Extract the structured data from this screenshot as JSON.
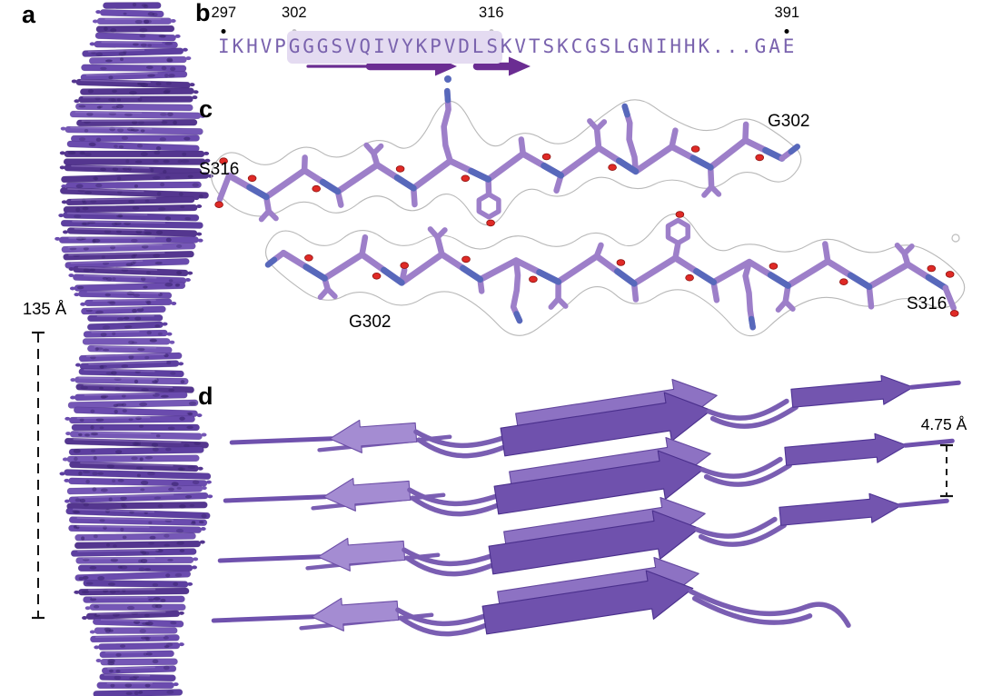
{
  "panels": {
    "a": {
      "label": "a",
      "measurement": "135 Å"
    },
    "b": {
      "label": "b",
      "sequence": {
        "pre": "IKHVP",
        "highlighted": "GGGSVQIVYKPVDLS",
        "post": "KVTSKCGSLGNIHHK...GAE"
      },
      "residue_markers": [
        {
          "number": "297",
          "char_index": 0,
          "dot_color": "#000000"
        },
        {
          "number": "302",
          "char_index": 5,
          "dot_color": "#c4c2c8"
        },
        {
          "number": "316",
          "char_index": 19,
          "dot_color": "#c4c2c8"
        },
        {
          "number": "391",
          "char_index": 40,
          "dot_color": "#000000"
        }
      ]
    },
    "c": {
      "label": "c",
      "residue_labels": [
        {
          "text": "S316",
          "position": "upper-chain-left"
        },
        {
          "text": "G302",
          "position": "upper-chain-right"
        },
        {
          "text": "G302",
          "position": "lower-chain-left"
        },
        {
          "text": "S316",
          "position": "lower-chain-right"
        }
      ]
    },
    "d": {
      "label": "d",
      "measurement": "4.75 Å"
    }
  },
  "colors": {
    "background": "#ffffff",
    "sequence_text": "#7a63ae",
    "sequence_highlight": "#e4dbf1",
    "beta_arrow": "#6b2d92",
    "fibril_purple": "#6a4bae",
    "stick_carbon": "#9d7fc9",
    "stick_oxygen": "#df2a26",
    "stick_nitrogen": "#5768bb",
    "ribbon_purple": "#6f51ad",
    "density_contour": "#b4b4b4",
    "label_text": "#000000"
  }
}
